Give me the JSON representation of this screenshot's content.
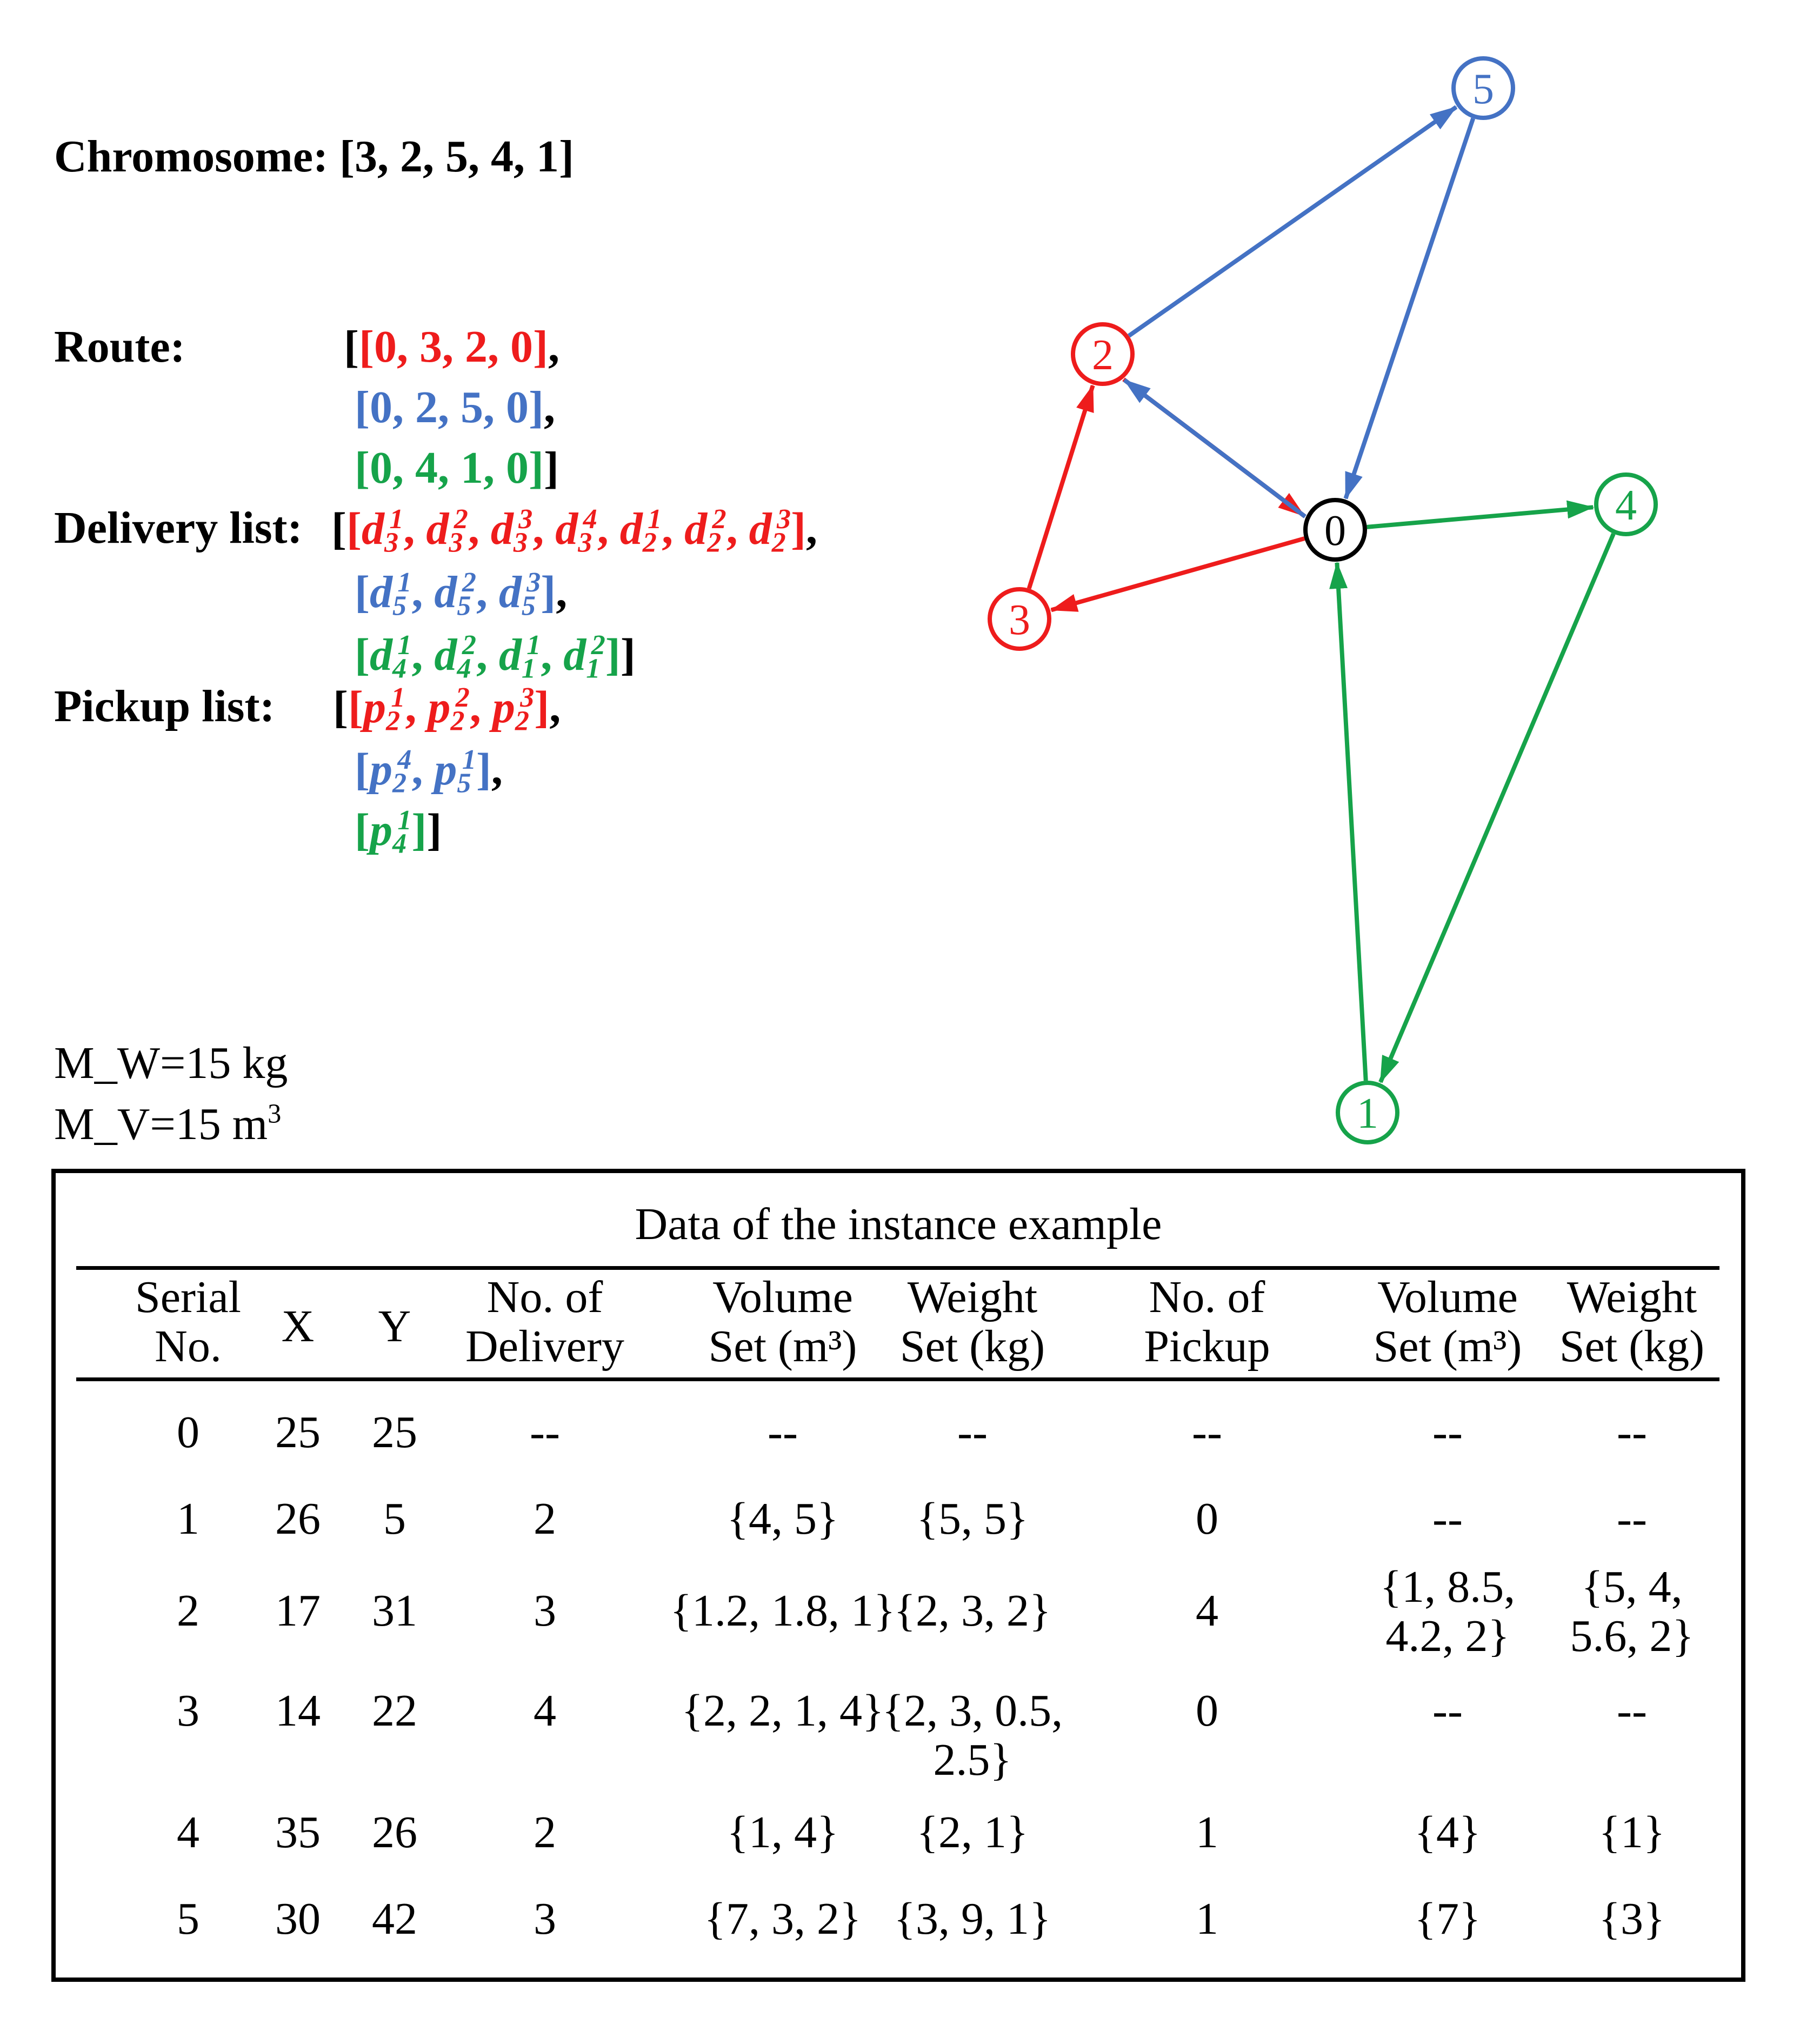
{
  "encoding": {
    "chromosome": {
      "label": "Chromosome:",
      "value": "[3, 2, 5, 4, 1]"
    },
    "route": {
      "label": "Route:",
      "lines": [
        {
          "open": "[",
          "text": "[0, 3, 2, 0]",
          "close": ",",
          "color": "red"
        },
        {
          "text": "[0, 2, 5, 0]",
          "close": ",",
          "color": "blue"
        },
        {
          "text": "[0, 4, 1, 0]",
          "close": "]",
          "color": "green"
        }
      ]
    },
    "delivery": {
      "label": "Delivery list:",
      "lines": [
        {
          "color": "red",
          "items": [
            {
              "b": "d",
              "s": "3",
              "p": "1"
            },
            {
              "b": "d",
              "s": "3",
              "p": "2"
            },
            {
              "b": "d",
              "s": "3",
              "p": "3"
            },
            {
              "b": "d",
              "s": "3",
              "p": "4"
            },
            {
              "b": "d",
              "s": "2",
              "p": "1"
            },
            {
              "b": "d",
              "s": "2",
              "p": "2"
            },
            {
              "b": "d",
              "s": "2",
              "p": "3"
            }
          ]
        },
        {
          "color": "blue",
          "items": [
            {
              "b": "d",
              "s": "5",
              "p": "1"
            },
            {
              "b": "d",
              "s": "5",
              "p": "2"
            },
            {
              "b": "d",
              "s": "5",
              "p": "3"
            }
          ]
        },
        {
          "color": "green",
          "items": [
            {
              "b": "d",
              "s": "4",
              "p": "1"
            },
            {
              "b": "d",
              "s": "4",
              "p": "2"
            },
            {
              "b": "d",
              "s": "1",
              "p": "1"
            },
            {
              "b": "d",
              "s": "1",
              "p": "2"
            }
          ]
        }
      ]
    },
    "pickup": {
      "label": "Pickup list:",
      "lines": [
        {
          "color": "red",
          "items": [
            {
              "b": "p",
              "s": "2",
              "p": "1"
            },
            {
              "b": "p",
              "s": "2",
              "p": "2"
            },
            {
              "b": "p",
              "s": "2",
              "p": "3"
            }
          ]
        },
        {
          "color": "blue",
          "items": [
            {
              "b": "p",
              "s": "2",
              "p": "4"
            },
            {
              "b": "p",
              "s": "5",
              "p": "1"
            }
          ]
        },
        {
          "color": "green",
          "items": [
            {
              "b": "p",
              "s": "4",
              "p": "1"
            }
          ]
        }
      ]
    }
  },
  "capacity": {
    "weight": "M_W=15 kg",
    "volume_prefix": "M_V=15 m",
    "volume_exp": "3"
  },
  "graph": {
    "nodes": [
      {
        "id": "0",
        "color": "#000000"
      },
      {
        "id": "1",
        "color": "#16a34a"
      },
      {
        "id": "2",
        "color": "#ee1c1c"
      },
      {
        "id": "3",
        "color": "#ee1c1c"
      },
      {
        "id": "4",
        "color": "#16a34a"
      },
      {
        "id": "5",
        "color": "#4472c4"
      }
    ],
    "edges": [
      {
        "from": "0",
        "to": "3",
        "color": "#ee1c1c"
      },
      {
        "from": "3",
        "to": "2",
        "color": "#ee1c1c"
      },
      {
        "from": "2",
        "to": "0",
        "color": "#ee1c1c"
      },
      {
        "from": "0",
        "to": "2",
        "color": "#4472c4"
      },
      {
        "from": "2",
        "to": "5",
        "color": "#4472c4"
      },
      {
        "from": "5",
        "to": "0",
        "color": "#4472c4"
      },
      {
        "from": "0",
        "to": "4",
        "color": "#16a34a"
      },
      {
        "from": "4",
        "to": "1",
        "color": "#16a34a"
      },
      {
        "from": "1",
        "to": "0",
        "color": "#16a34a"
      }
    ]
  },
  "table": {
    "title": "Data of the instance example",
    "headers": [
      [
        "Serial",
        "No."
      ],
      [
        "X"
      ],
      [
        "Y"
      ],
      [
        "No. of",
        "Delivery"
      ],
      [
        "Volume",
        "Set (m³)"
      ],
      [
        "Weight",
        "Set (kg)"
      ],
      [
        "No. of",
        "Pickup"
      ],
      [
        "Volume",
        "Set (m³)"
      ],
      [
        "Weight",
        "Set (kg)"
      ]
    ],
    "rows": [
      [
        [
          "0"
        ],
        [
          "25"
        ],
        [
          "25"
        ],
        [
          "--"
        ],
        [
          "--"
        ],
        [
          "--"
        ],
        [
          "--"
        ],
        [
          "--"
        ],
        [
          "--"
        ]
      ],
      [
        [
          "1"
        ],
        [
          "26"
        ],
        [
          "5"
        ],
        [
          "2"
        ],
        [
          "{4, 5}"
        ],
        [
          "{5, 5}"
        ],
        [
          "0"
        ],
        [
          "--"
        ],
        [
          "--"
        ]
      ],
      [
        [
          "2"
        ],
        [
          "17"
        ],
        [
          "31"
        ],
        [
          "3"
        ],
        [
          "{1.2, 1.8, 1}"
        ],
        [
          "{2, 3, 2}"
        ],
        [
          "4"
        ],
        [
          "{1, 8.5,",
          "4.2, 2}"
        ],
        [
          "{5, 4,",
          "5.6, 2}"
        ]
      ],
      [
        [
          "3"
        ],
        [
          "14"
        ],
        [
          "22"
        ],
        [
          "4"
        ],
        [
          "{2, 2, 1, 4}"
        ],
        [
          "{2, 3, 0.5,",
          "2.5}"
        ],
        [
          "0"
        ],
        [
          "--"
        ],
        [
          "--"
        ]
      ],
      [
        [
          "4"
        ],
        [
          "35"
        ],
        [
          "26"
        ],
        [
          "2"
        ],
        [
          "{1, 4}"
        ],
        [
          "{2, 1}"
        ],
        [
          "1"
        ],
        [
          "{4}"
        ],
        [
          "{1}"
        ]
      ],
      [
        [
          "5"
        ],
        [
          "30"
        ],
        [
          "42"
        ],
        [
          "3"
        ],
        [
          "{7, 3, 2}"
        ],
        [
          "{3, 9, 1}"
        ],
        [
          "1"
        ],
        [
          "{7}"
        ],
        [
          "{3}"
        ]
      ]
    ]
  }
}
